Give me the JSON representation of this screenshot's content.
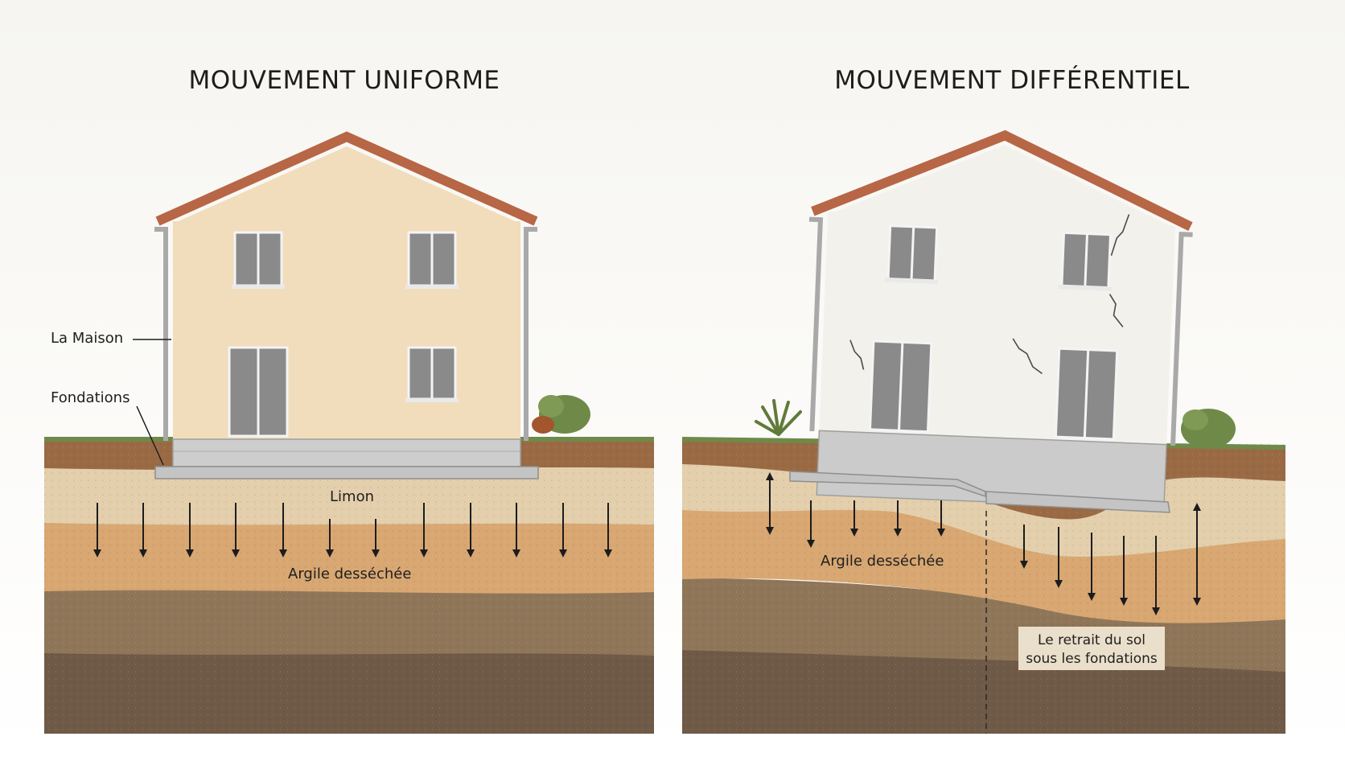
{
  "panels": {
    "left": {
      "title": "MOUVEMENT UNIFORME",
      "labels": {
        "house": "La Maison",
        "foundations": "Fondations",
        "silt": "Limon",
        "dry_clay": "Argile desséchée"
      }
    },
    "right": {
      "title": "MOUVEMENT DIFFÉRENTIEL",
      "labels": {
        "dry_clay": "Argile desséchée",
        "shrink_line1": "Le retrait du sol",
        "shrink_line2": "sous les fondations"
      }
    }
  },
  "colors": {
    "sky": "#f6f5f1",
    "facade_left": "#f1dcbc",
    "facade_right": "#f3f1ec",
    "roof": "#b76646",
    "topsoil": "#9a6a45",
    "silt": "#e4cfac",
    "clay": "#d8a772",
    "deep_soil": "#8f7659",
    "bedrock": "#6f5a48",
    "concrete": "#c9c9c9",
    "grass": "#6f8a48"
  },
  "icons": [
    "down-arrow-icon",
    "up-arrow-icon",
    "double-arrow-icon",
    "crack-icon",
    "shrub-icon",
    "downpipe-icon"
  ]
}
